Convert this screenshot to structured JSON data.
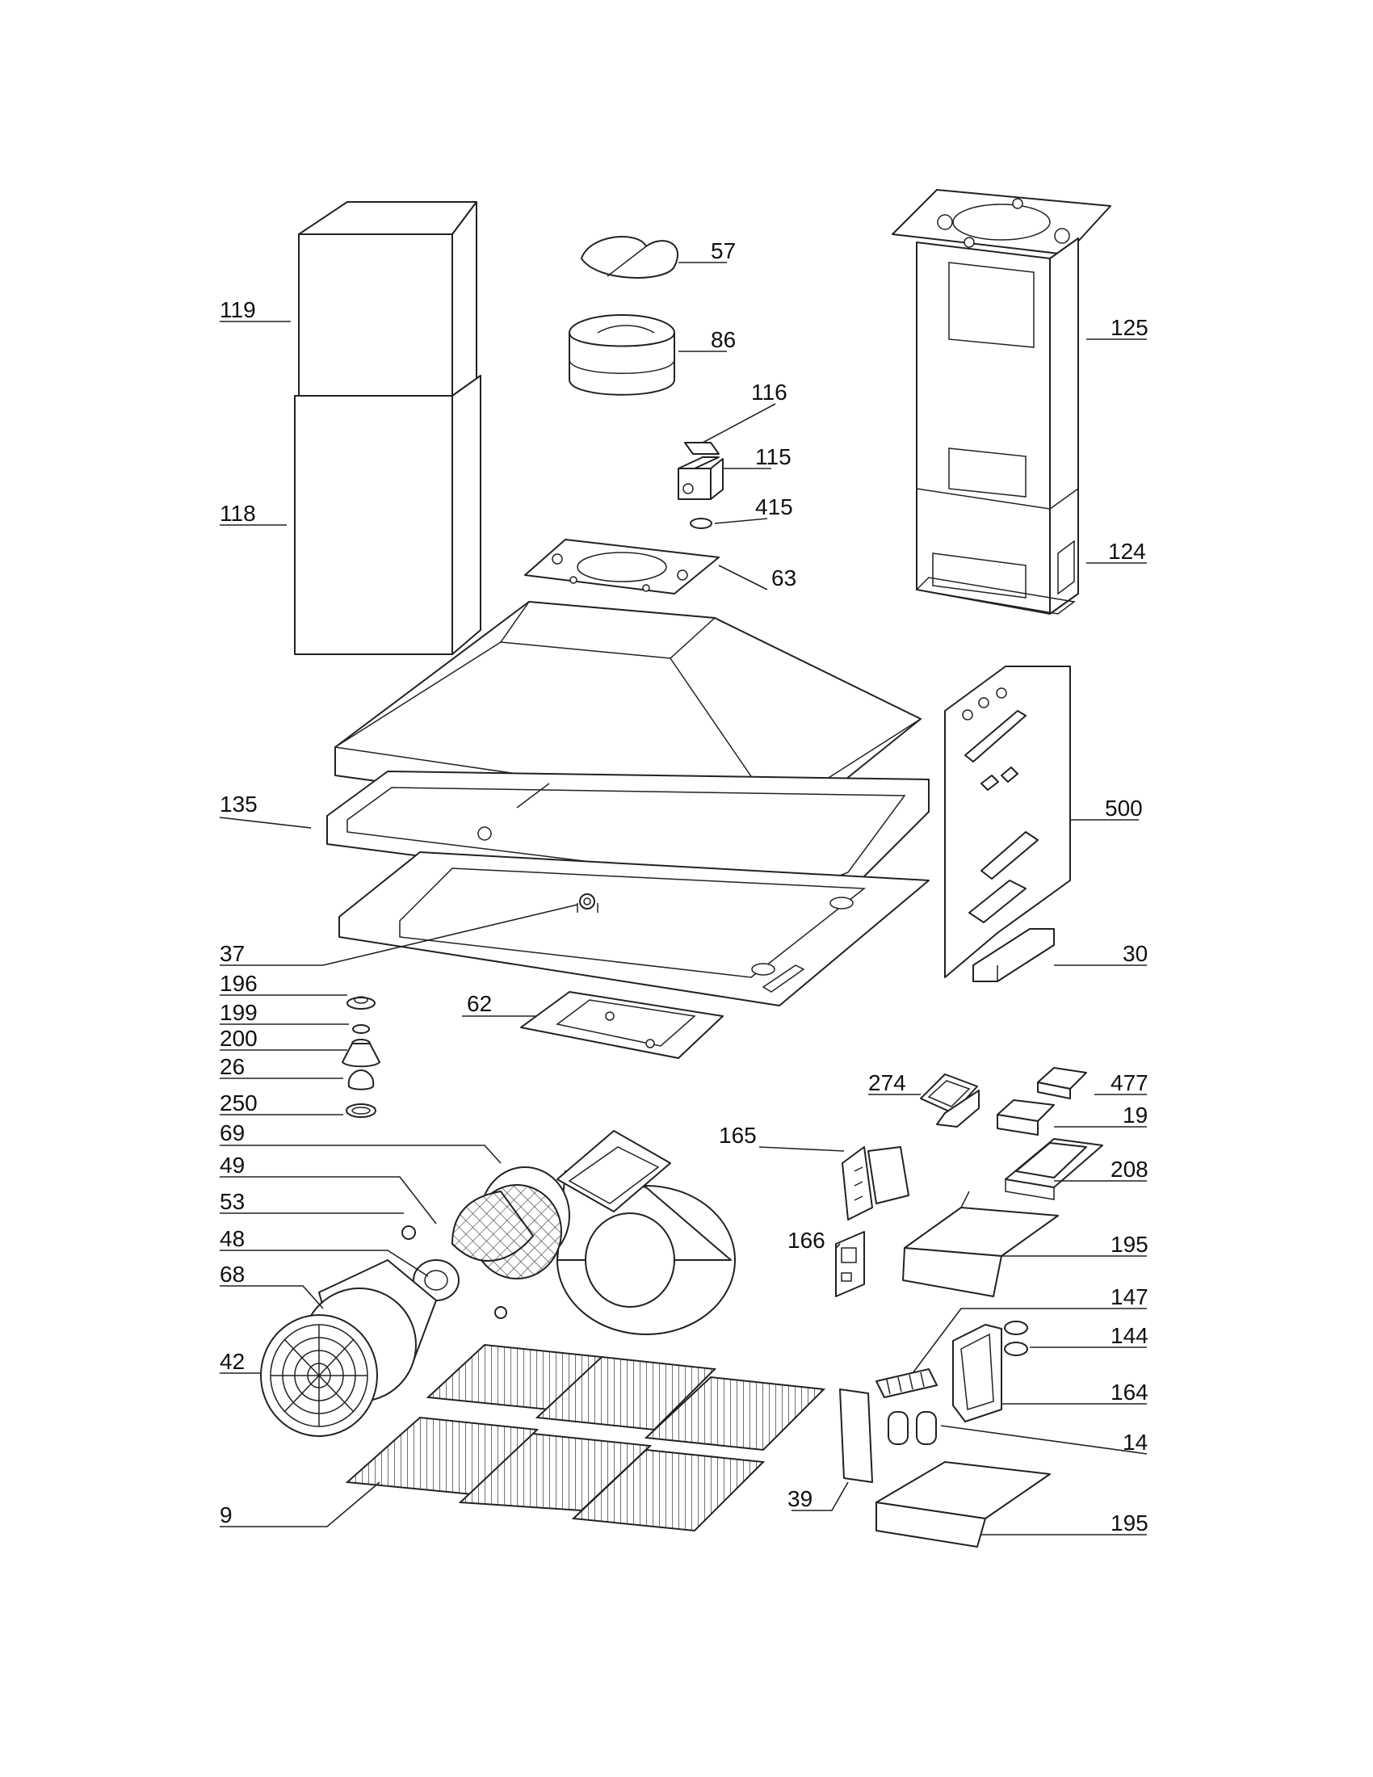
{
  "labels": {
    "p119": "119",
    "p118": "118",
    "p57": "57",
    "p86": "86",
    "p116": "116",
    "p115": "115",
    "p415": "415",
    "p63": "63",
    "p125": "125",
    "p124": "124",
    "p135": "135",
    "p500": "500",
    "p37": "37",
    "p30": "30",
    "p196": "196",
    "p199": "199",
    "p200": "200",
    "p62": "62",
    "p26": "26",
    "p250": "250",
    "p274": "274",
    "p477": "477",
    "p19": "19",
    "p69": "69",
    "p165": "165",
    "p208": "208",
    "p49": "49",
    "p53": "53",
    "p48": "48",
    "p166": "166",
    "p195a": "195",
    "p68": "68",
    "p147": "147",
    "p42": "42",
    "p144": "144",
    "p164": "164",
    "p14": "14",
    "p9": "9",
    "p39": "39",
    "p195b": "195"
  },
  "colors": {
    "line": "#222222",
    "background": "#ffffff"
  }
}
